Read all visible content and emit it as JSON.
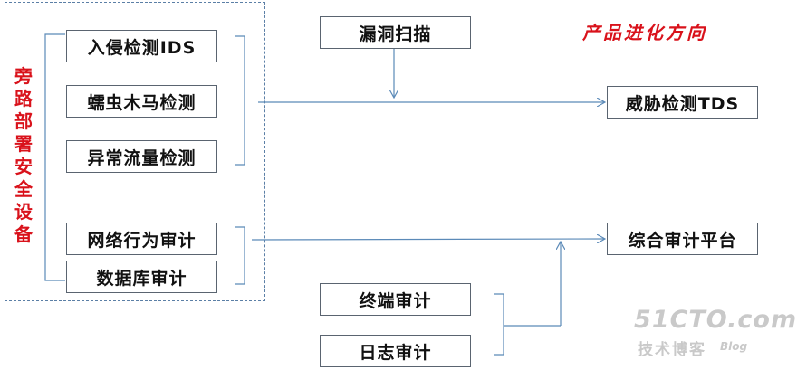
{
  "title": "产品进化方向",
  "group_label": "旁路部署安全设备",
  "left_group": {
    "items": [
      "入侵检测IDS",
      "蠕虫木马检测",
      "异常流量检测",
      "网络行为审计",
      "数据库审计"
    ]
  },
  "top_input": "漏洞扫描",
  "bottom_inputs": [
    "终端审计",
    "日志审计"
  ],
  "outputs": [
    "威胁检测TDS",
    "综合审计平台"
  ],
  "watermark": {
    "site": "51CTO.com",
    "sub": "技术博客",
    "blog": "Blog"
  },
  "colors": {
    "connector": "#5b8ab8",
    "accent_red": "#d9121b",
    "box_border": "#5a6470"
  }
}
